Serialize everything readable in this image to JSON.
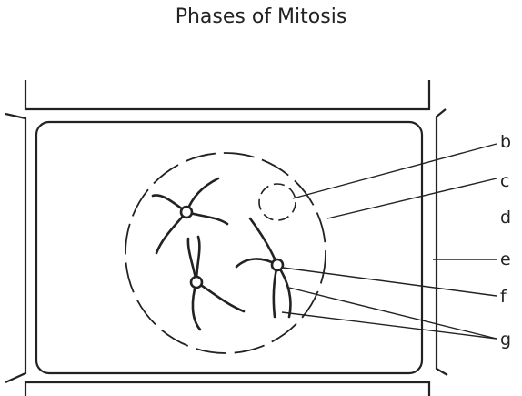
{
  "title": "Phases of Mitosis",
  "labels": {
    "b": "b",
    "c": "c",
    "d": "d",
    "e": "e",
    "f": "f",
    "g": "g"
  }
}
